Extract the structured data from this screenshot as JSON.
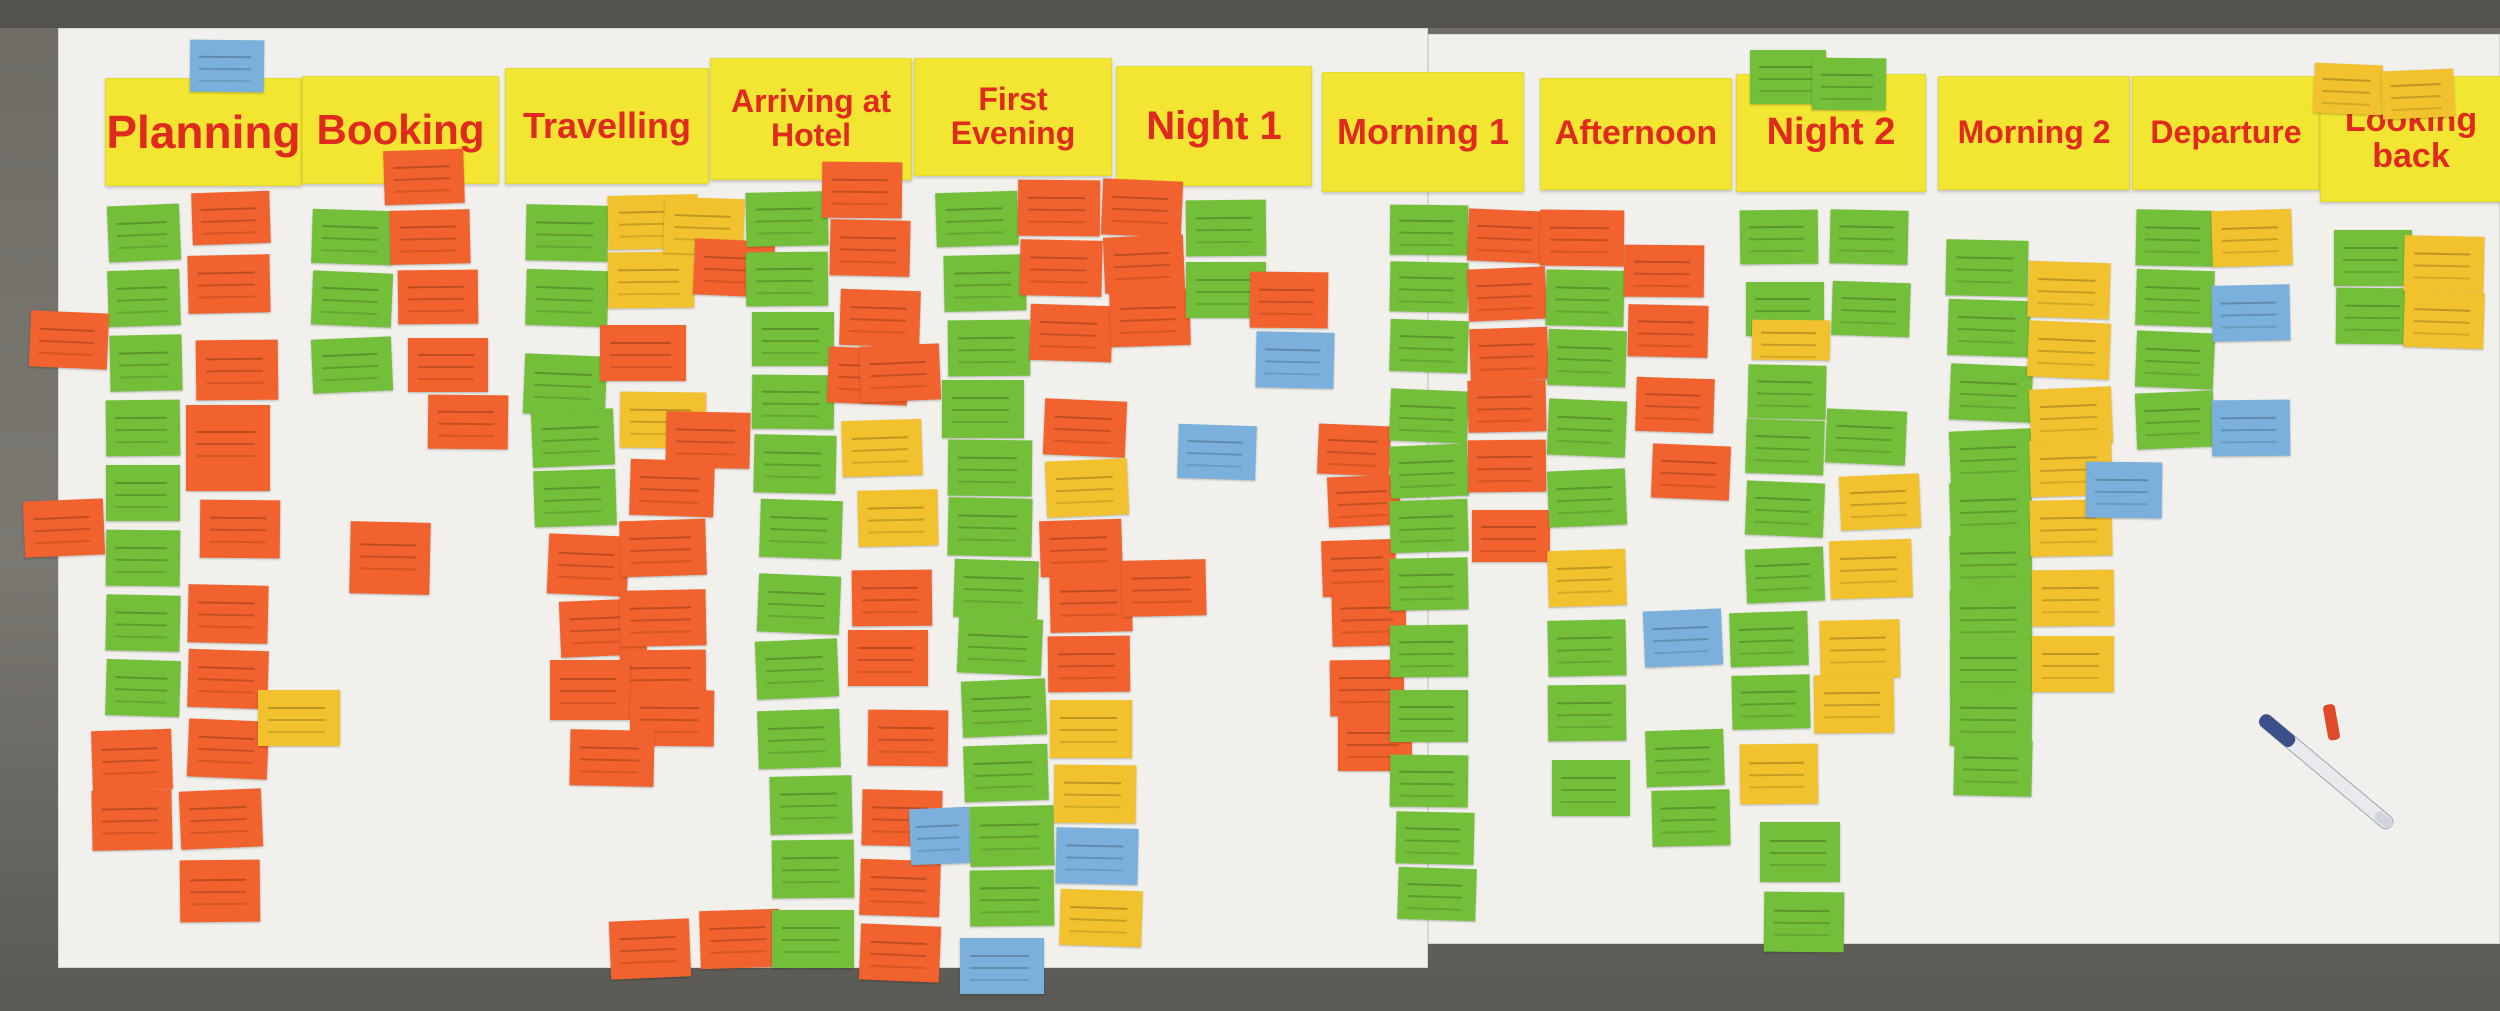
{
  "board": {
    "headers": [
      "Planning",
      "Booking",
      "Travelling",
      "Arriving at Hotel",
      "First Evening",
      "Night 1",
      "Morning 1",
      "Afternoon",
      "Night 2",
      "Morning 2",
      "Departure",
      "Looking back"
    ]
  },
  "colors": {
    "header": "#f2e632",
    "green": "#74bf3a",
    "orange": "#f2622e",
    "yellow": "#f2c12e",
    "blue": "#7bb0dc",
    "header_text": "#e02a1f",
    "board": "#f1f0ec"
  }
}
